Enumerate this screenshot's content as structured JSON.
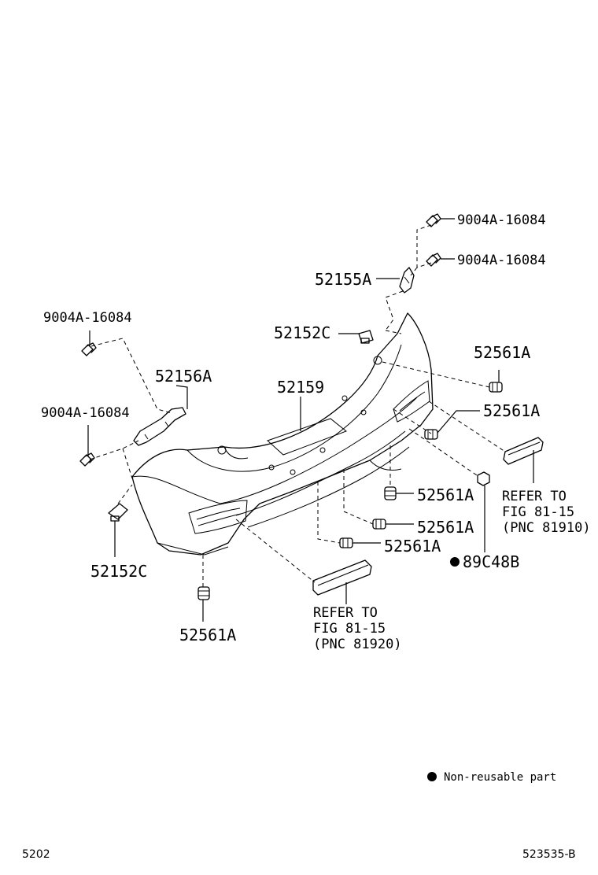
{
  "labels": {
    "bolt_top_1": "9004A-16084",
    "bolt_top_2": "9004A-16084",
    "retainer_52155A": "52155A",
    "bolt_left_1": "9004A-16084",
    "bolt_left_2": "9004A-16084",
    "clip_52152C_top": "52152C",
    "clip_52152C_bottom": "52152C",
    "retainer_52156A": "52156A",
    "cover_52159": "52159",
    "clip_52561A_1": "52561A",
    "clip_52561A_2": "52561A",
    "clip_52561A_3": "52561A",
    "clip_52561A_4": "52561A",
    "clip_52561A_5": "52561A",
    "clip_52561A_6": "52561A",
    "nut_89C48B": "89C48B"
  },
  "refer_right": {
    "line1": "REFER TO",
    "line2": "FIG 81-15",
    "line3": "(PNC 81910)"
  },
  "refer_bottom": {
    "line1": "REFER TO",
    "line2": "FIG 81-15",
    "line3": "(PNC 81920)"
  },
  "legend": {
    "text": "Non-reusable part"
  },
  "footer": {
    "left_code": "5202",
    "right_code": "523535-B"
  }
}
